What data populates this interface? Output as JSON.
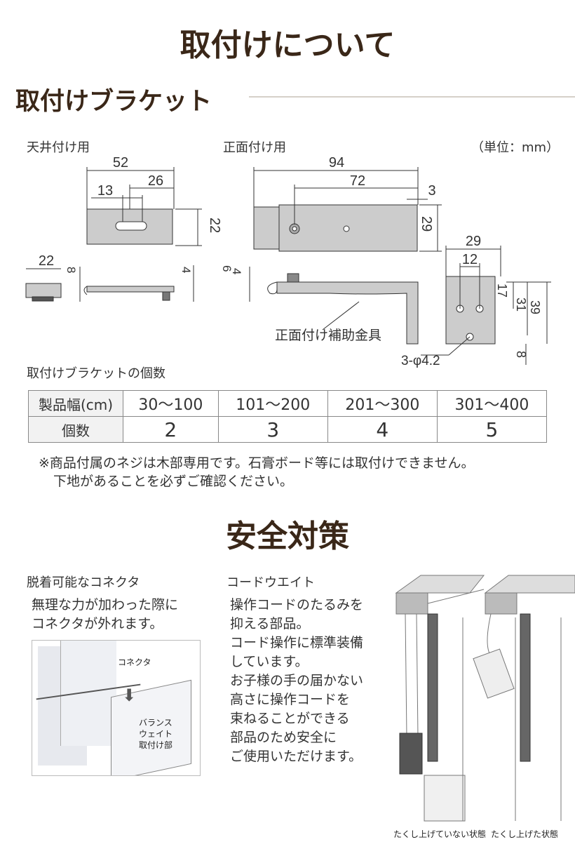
{
  "title": "取付けについて",
  "bracket_section": {
    "heading": "取付けブラケット",
    "ceiling_label": "天井付け用",
    "front_label": "正面付け用",
    "unit_label": "（単位：mm）",
    "ceiling_dims": {
      "width": "52",
      "offset": "26",
      "slot": "13",
      "depth": "22",
      "foot_width": "22",
      "foot_height": "8",
      "lip": "4"
    },
    "front_dims": {
      "width": "94",
      "inner": "72",
      "edge": "3",
      "height": "29",
      "h6": "6",
      "h4": "4",
      "side_width": "29",
      "side_inner": "12",
      "d17": "17",
      "d31": "31",
      "d39": "39",
      "d8": "8",
      "hole": "3-φ4.2",
      "aux_label": "正面付け補助金具"
    },
    "count_heading": "取付けブラケットの個数",
    "table": {
      "headers": [
        "製品幅(cm)",
        "30〜100",
        "101〜200",
        "201〜300",
        "301〜400"
      ],
      "row": [
        "個数",
        "2",
        "3",
        "4",
        "5"
      ]
    },
    "note_lines": [
      "※商品付属のネジは木部専用です。石膏ボード等には取付けできません。",
      "下地があることを必ずご確認ください。"
    ]
  },
  "safety_section": {
    "heading": "安全対策",
    "connector": {
      "title": "脱着可能なコネクタ",
      "desc": [
        "無理な力が加わった際に",
        "コネクタが外れます。"
      ],
      "label_connector": "コネクタ",
      "label_weight": [
        "バランス",
        "ウェイト",
        "取付け部"
      ]
    },
    "cord_weight": {
      "title": "コードウエイト",
      "desc": [
        "操作コードのたるみを",
        "抑える部品。",
        "コード操作に標準装備",
        "しています。",
        "お子様の手の届かない",
        "高さに操作コードを",
        "束ねることができる",
        "部品のため安全に",
        "ご使用いただけます。"
      ],
      "captions": [
        "たくし上げていない状態",
        "たくし上げた状態"
      ]
    }
  }
}
